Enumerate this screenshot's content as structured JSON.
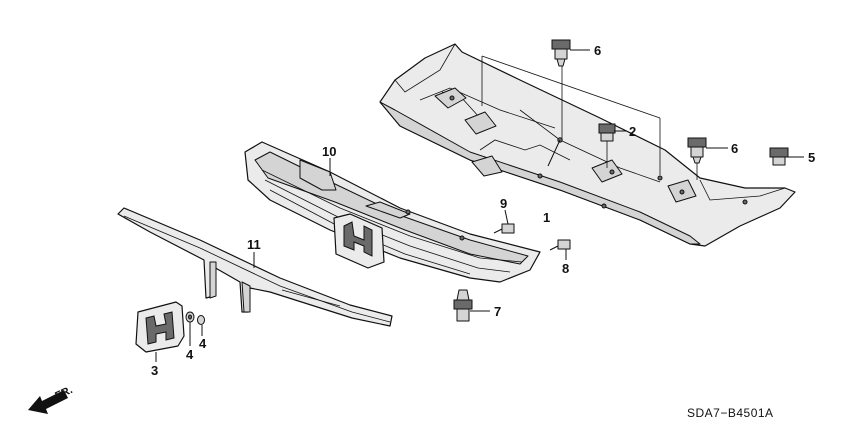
{
  "diagram_code": "SDA7−B4501A",
  "direction_label": "FR.",
  "callouts": {
    "c1": "1",
    "c2": "2",
    "c3": "3",
    "c4a": "4",
    "c4b": "4",
    "c5": "5",
    "c6a": "6",
    "c6b": "6",
    "c7": "7",
    "c8": "8",
    "c9": "9",
    "c10": "10",
    "c11": "11"
  }
}
